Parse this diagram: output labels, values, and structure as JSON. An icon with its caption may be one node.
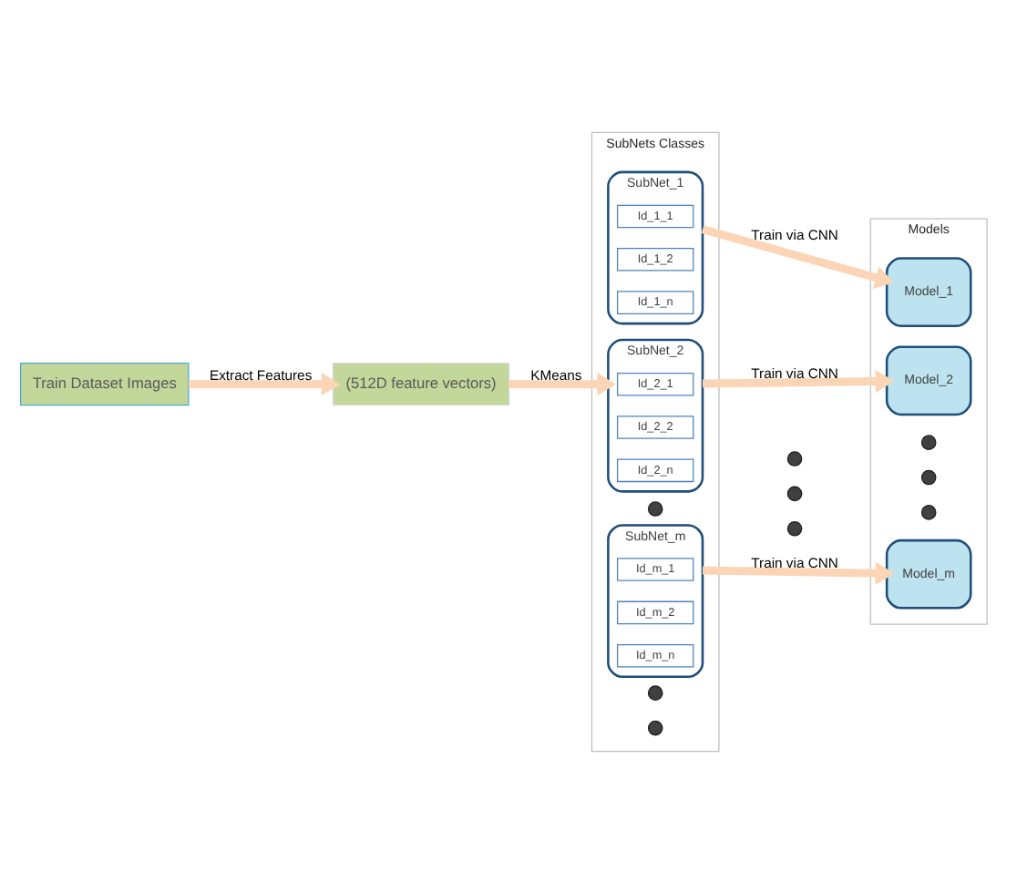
{
  "diagram": {
    "nodes": [
      {
        "text": [
          "Train Dataset Images"
        ]
      },
      {
        "text": [
          "(512D feature vectors)"
        ]
      },
      {
        "text": [
          "SubNets Classes"
        ]
      },
      {
        "text": [
          "SubNet_1"
        ],
        "in": 2
      },
      {
        "text": [
          "Id_1_1"
        ],
        "in": 3
      },
      {
        "text": [
          "Id_1_2"
        ],
        "in": 3
      },
      {
        "text": [
          "Id_1_n"
        ],
        "in": 3
      },
      {
        "text": [
          "SubNet_2"
        ],
        "in": 2
      },
      {
        "text": [
          "Id_2_1"
        ],
        "in": 7
      },
      {
        "text": [
          "Id_2_2"
        ],
        "in": 7
      },
      {
        "text": [
          "Id_2_n"
        ],
        "in": 7
      },
      {
        "text": [],
        "shape": "circle",
        "in": 2
      },
      {
        "text": [],
        "shape": "circle",
        "in": 2
      },
      {
        "text": [],
        "shape": "circle",
        "in": 2
      },
      {
        "text": [
          "SubNet_m"
        ],
        "in": 2
      },
      {
        "text": [
          "Id_m_1"
        ],
        "in": 14
      },
      {
        "text": [
          "Id_m_2"
        ],
        "in": 14
      },
      {
        "text": [
          "Id_m_n"
        ],
        "in": 14
      },
      {
        "text": [],
        "shape": "circle"
      },
      {
        "text": [],
        "shape": "circle"
      },
      {
        "text": [],
        "shape": "circle"
      },
      {
        "text": [
          "Models"
        ]
      },
      {
        "text": [
          "Model_1"
        ],
        "in": 21
      },
      {
        "text": [
          "Model_2"
        ],
        "in": 21
      },
      {
        "text": [],
        "shape": "circle",
        "in": 21
      },
      {
        "text": [],
        "shape": "circle",
        "in": 21
      },
      {
        "text": [],
        "shape": "circle",
        "in": 21
      },
      {
        "text": [
          "Model_m"
        ],
        "in": 21
      }
    ],
    "edges": [
      {
        "from": 0,
        "to": 1,
        "arrow": "to",
        "label": "Extract Features"
      },
      {
        "from": 1,
        "to": 7,
        "arrow": "to",
        "label": "KMeans"
      },
      {
        "from": 3,
        "to": 22,
        "arrow": "to",
        "label": "Train via CNN"
      },
      {
        "from": 7,
        "to": 23,
        "arrow": "to",
        "label": "Train via CNN"
      },
      {
        "from": 14,
        "to": 27,
        "arrow": "to",
        "label": "Train via CNN"
      }
    ]
  }
}
